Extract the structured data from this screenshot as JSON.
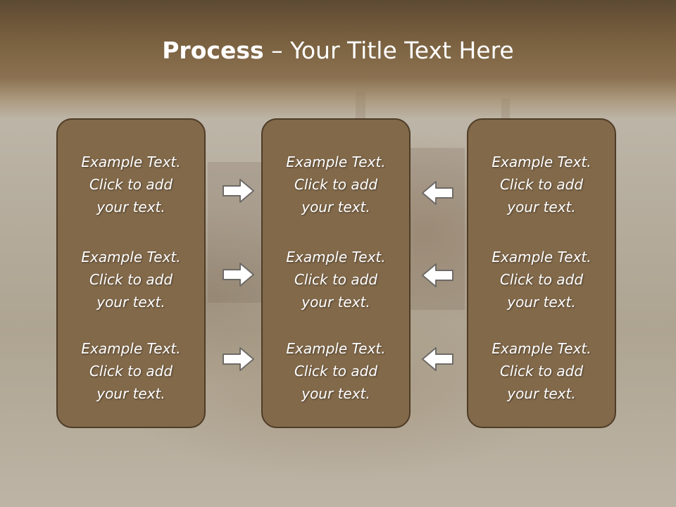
{
  "title": {
    "bold": "Process",
    "rest": " – Your Title Text Here"
  },
  "columns": [
    {
      "blocks": [
        {
          "line1": "Example Text.",
          "line2": "Click  to add",
          "line3": "your text."
        },
        {
          "line1": "Example Text.",
          "line2": "Click  to add",
          "line3": "your text."
        },
        {
          "line1": "Example Text.",
          "line2": "Click  to add",
          "line3": "your text."
        }
      ]
    },
    {
      "blocks": [
        {
          "line1": "Example Text.",
          "line2": "Click  to add",
          "line3": "your text."
        },
        {
          "line1": "Example Text.",
          "line2": "Click  to add",
          "line3": "your text."
        },
        {
          "line1": "Example Text.",
          "line2": "Click  to add",
          "line3": "your text."
        }
      ]
    },
    {
      "blocks": [
        {
          "line1": "Example Text.",
          "line2": "Click  to add",
          "line3": "your text."
        },
        {
          "line1": "Example Text.",
          "line2": "Click  to add",
          "line3": "your text."
        },
        {
          "line1": "Example Text.",
          "line2": "Click  to add",
          "line3": "your text."
        }
      ]
    }
  ],
  "arrows": {
    "left_group": [
      "right-arrow-icon",
      "right-arrow-icon",
      "right-arrow-icon"
    ],
    "right_group": [
      "left-arrow-icon",
      "left-arrow-icon",
      "left-arrow-icon"
    ]
  },
  "colors": {
    "box_fill": "#82694a",
    "box_border": "#4e3c27",
    "header": "#7a6140",
    "arrow_fill": "#ffffff",
    "arrow_stroke": "#6e6a66"
  }
}
